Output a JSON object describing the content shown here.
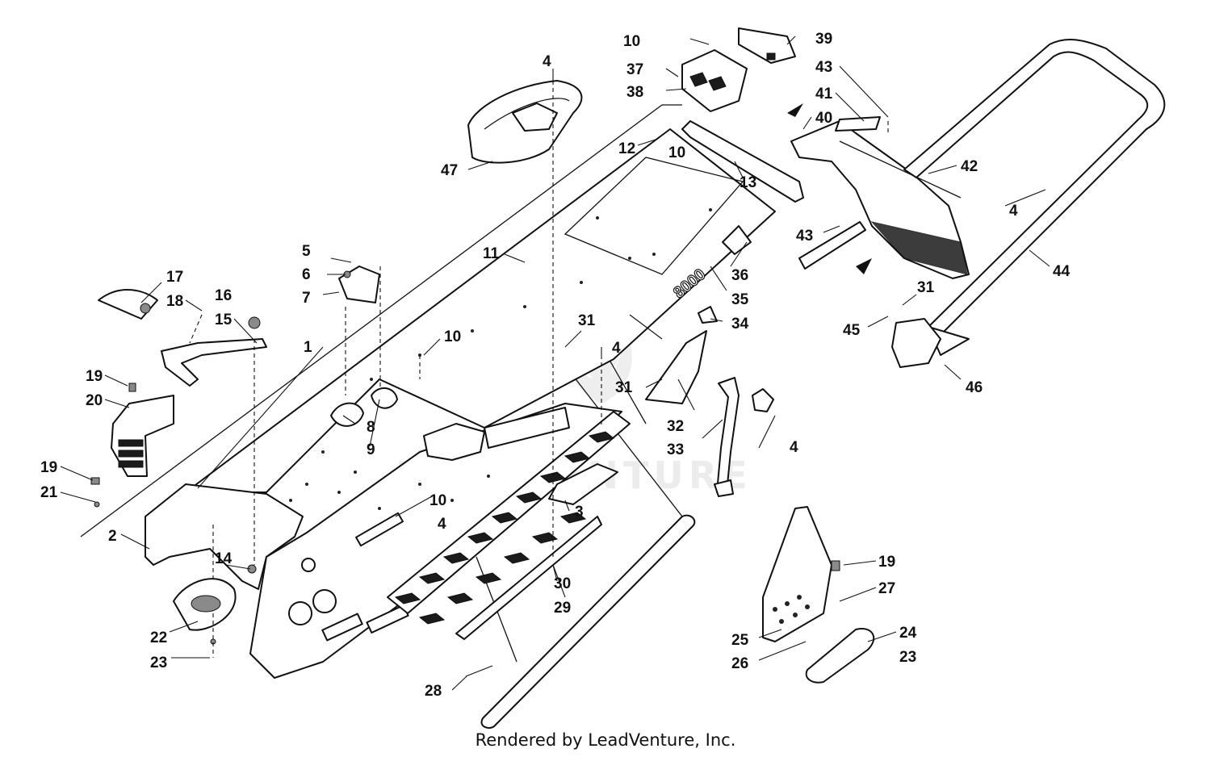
{
  "watermark": "LEADVENTURE",
  "footer": "Rendered by LeadVenture, Inc.",
  "callouts": [
    "1",
    "2",
    "3",
    "4",
    "4",
    "4",
    "4",
    "4",
    "5",
    "6",
    "7",
    "8",
    "9",
    "10",
    "10",
    "10",
    "10",
    "11",
    "12",
    "13",
    "14",
    "15",
    "16",
    "17",
    "18",
    "19",
    "19",
    "19",
    "20",
    "21",
    "22",
    "23",
    "23",
    "24",
    "25",
    "26",
    "27",
    "28",
    "29",
    "30",
    "31",
    "31",
    "31",
    "32",
    "33",
    "34",
    "35",
    "36",
    "37",
    "38",
    "39",
    "40",
    "41",
    "42",
    "43",
    "43",
    "44",
    "45",
    "46",
    "47"
  ]
}
